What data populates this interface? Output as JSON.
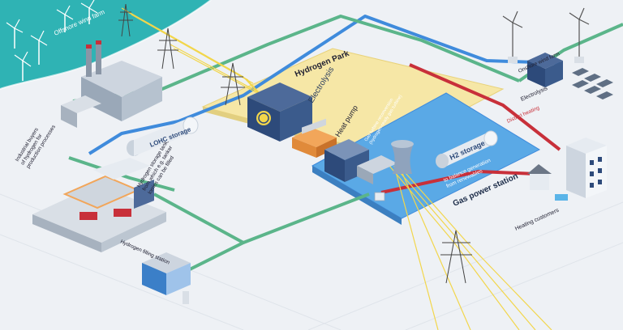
{
  "labels": {
    "offshore_wind_farm": "Offshore wind farm",
    "hydrogen_park": "Hydrogen Park",
    "electrolysis": "Electrolysis",
    "heat_pump": "Heat pump",
    "lohc_storage": "LOHC storage",
    "industrial_buyers": [
      "Industrial buyers",
      "of hydrogen for",
      "production processes"
    ],
    "hydrogen_storage_tank": [
      "Hydrogen storage tank,",
      "from which e.g. tanker",
      "lorries can be filled"
    ],
    "gas_turbine": [
      "Gas turbine reconversion",
      "(hydrogen-ready gas turbine)"
    ],
    "h2_storage": "H2 storage",
    "balance_generation": [
      "to balance generation",
      "from renewables"
    ],
    "gas_power_station": "Gas power station",
    "district_heating": "District heating",
    "onshore_wind_farm": "Onshore wind farm",
    "electrolysis_right": "Electrolysis",
    "heating_customers": "Heating customers",
    "hydrogen_filling_station": "Hydrogen filling station"
  },
  "colors": {
    "sea": "#2fb3b4",
    "hydrogen_park_platform": "#f6e7a6",
    "gas_station_platform": "#5aa9e6",
    "pipe_green": "#5bb58a",
    "pipe_blue": "#3f8bdc",
    "pipe_red": "#c8303a",
    "power_line": "#f2d64b",
    "building_navy": "#2d4a7a",
    "heat_pump_orange": "#e08a3a"
  }
}
